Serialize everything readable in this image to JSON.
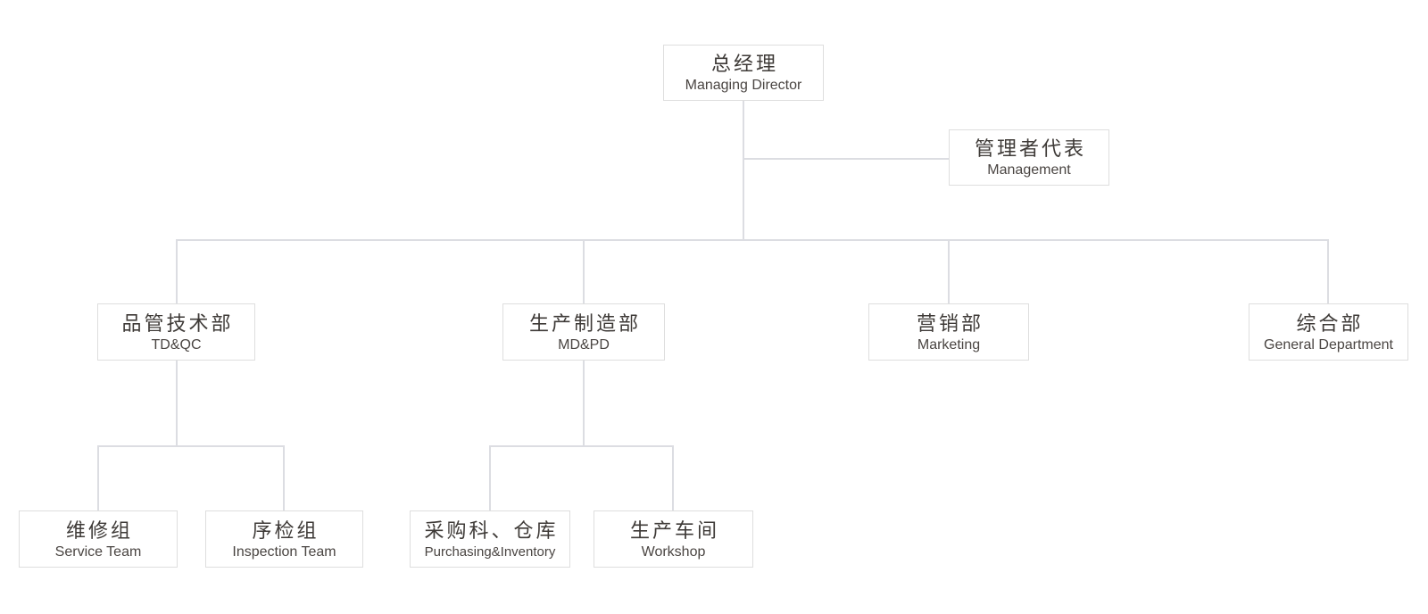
{
  "colors": {
    "page_background": "#ffffff",
    "box_border": "#dedede",
    "line": "#dcdde2",
    "title_text": "#3e3a37",
    "subtitle_text": "#4a4542"
  },
  "org_chart": {
    "type": "organization-chart",
    "nodes": [
      {
        "id": "managing-director",
        "zh": "总经理",
        "en": "Managing Director",
        "parent": null
      },
      {
        "id": "management",
        "zh": "管理者代表",
        "en": "Management",
        "parent": "managing-director"
      },
      {
        "id": "td-qc",
        "zh": "品管技术部",
        "en": "TD&QC",
        "parent": "managing-director"
      },
      {
        "id": "md-pd",
        "zh": "生产制造部",
        "en": "MD&PD",
        "parent": "managing-director"
      },
      {
        "id": "marketing",
        "zh": "营销部",
        "en": "Marketing",
        "parent": "managing-director"
      },
      {
        "id": "general-department",
        "zh": "综合部",
        "en": "General Department",
        "parent": "managing-director"
      },
      {
        "id": "service-team",
        "zh": "维修组",
        "en": "Service Team",
        "parent": "td-qc"
      },
      {
        "id": "inspection-team",
        "zh": "序检组",
        "en": "Inspection Team",
        "parent": "td-qc"
      },
      {
        "id": "purchasing-inventory",
        "zh": "采购科、仓库",
        "en": "Purchasing&Inventory",
        "parent": "md-pd"
      },
      {
        "id": "workshop",
        "zh": "生产车间",
        "en": "Workshop",
        "parent": "md-pd"
      }
    ]
  }
}
